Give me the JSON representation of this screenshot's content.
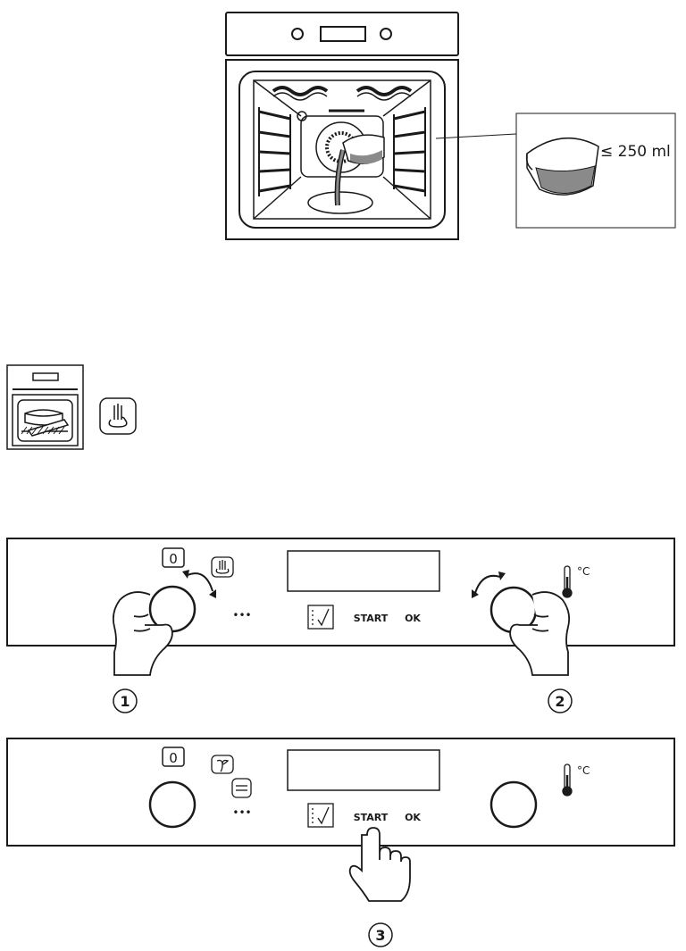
{
  "callout": {
    "label": "≤ 250 ml"
  },
  "panel1": {
    "zero_label": "0",
    "more_label": "•••",
    "start_label": "START",
    "ok_label": "OK",
    "temp_unit": "°C",
    "step_left": "1",
    "step_right": "2"
  },
  "panel2": {
    "zero_label": "0",
    "more_label": "•••",
    "start_label": "START",
    "ok_label": "OK",
    "temp_unit": "°C",
    "step": "3"
  },
  "icons": {
    "steam_icon": "steam-cleaning-icon",
    "timer_icon": "timer-check-icon",
    "thermometer_icon": "thermometer-icon",
    "fan_icon": "fan-mode-icon",
    "grill_icon": "bottom-heat-icon",
    "hand_icon": "hand-icon"
  },
  "colors": {
    "ink": "#1a1a1a",
    "water": "#8a8a8a",
    "background": "#ffffff"
  }
}
